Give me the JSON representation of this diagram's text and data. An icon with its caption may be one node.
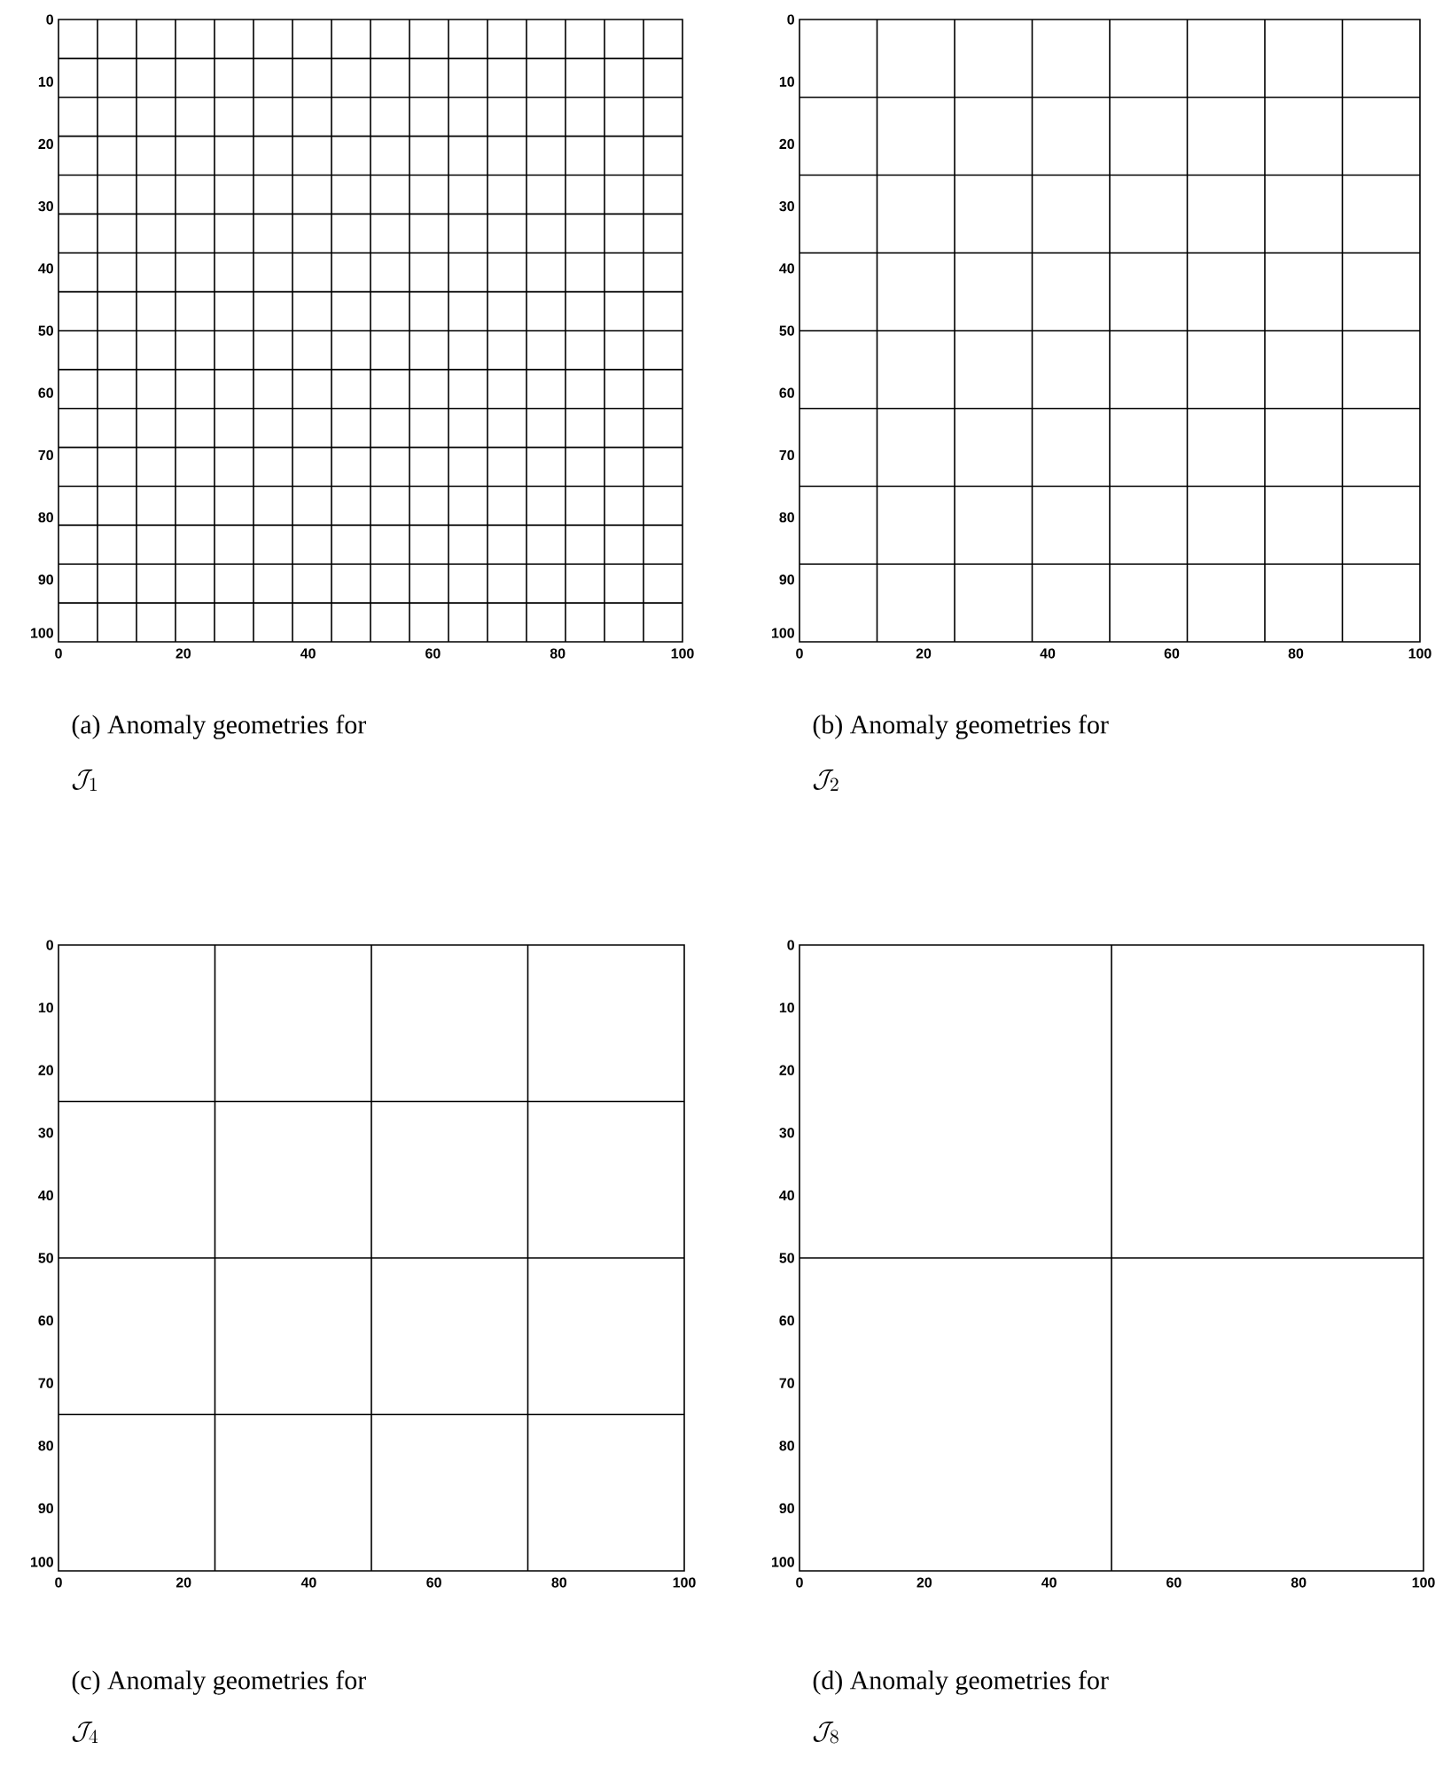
{
  "diagram": {
    "labels": [
      "0",
      "10",
      "20",
      "30",
      "40",
      "50",
      "60",
      "70",
      "80",
      "90",
      "100",
      "0",
      "20",
      "40",
      "60",
      "80",
      "100",
      "0",
      "10",
      "20",
      "30",
      "40",
      "50",
      "60",
      "70",
      "80",
      "90",
      "100",
      "0",
      "20",
      "40",
      "60",
      "80",
      "100",
      "(a) Anomaly geometries for",
      "\\mathcal{J}_1",
      "(b) Anomaly geometries for",
      "\\mathcal{J}_2",
      "0",
      "10",
      "20",
      "30",
      "40",
      "50",
      "60",
      "70",
      "80",
      "90",
      "100",
      "0",
      "20",
      "40",
      "60",
      "80",
      "100",
      "0",
      "10",
      "20",
      "30",
      "40",
      "50",
      "60",
      "70",
      "80",
      "90",
      "100",
      "0",
      "20",
      "40",
      "60",
      "80",
      "100",
      "(c) Anomaly geometries for",
      "\\mathcal{J}_4",
      "(d) Anomaly geometries for",
      "\\mathcal{J}_8"
    ]
  }
}
